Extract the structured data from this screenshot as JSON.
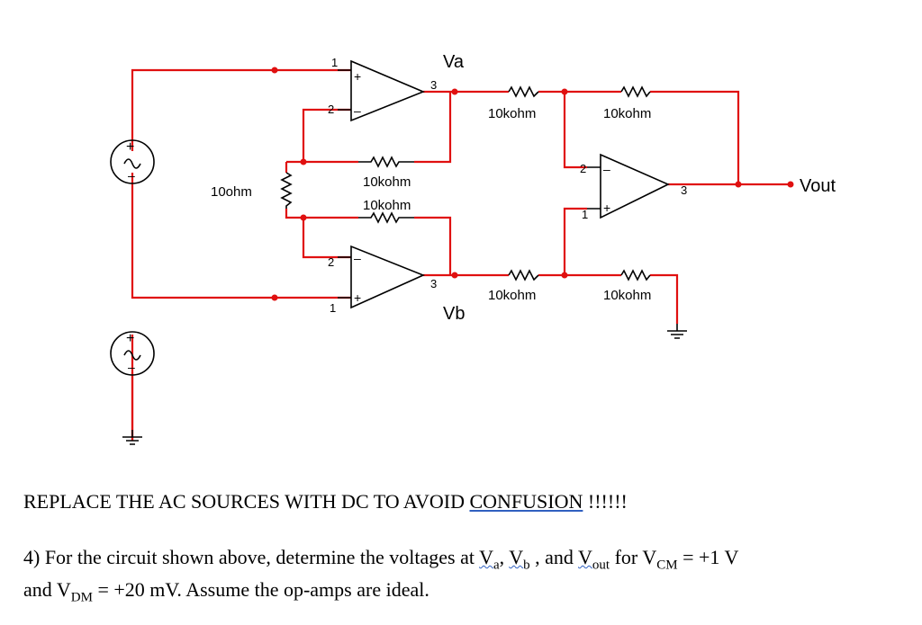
{
  "schematic": {
    "node_va": "Va",
    "node_vb": "Vb",
    "node_vout": "Vout",
    "r_gain": "10ohm",
    "r_fb_top": "10kohm",
    "r_fb_bottom": "10kohm",
    "r_in_top": "10kohm",
    "r_f_top": "10kohm",
    "r_in_bottom": "10kohm",
    "r_ground_leg": "10kohm",
    "pins": {
      "u1_in_plus": "1",
      "u1_in_minus": "2",
      "u1_out": "3",
      "u2_in_plus": "1",
      "u2_in_minus": "2",
      "u2_out": "3",
      "u3_in_minus": "2",
      "u3_in_plus": "1",
      "u3_out": "3"
    },
    "opamp_plus_sign": "+",
    "opamp_minus_sign": "–",
    "source_plus_sign": "+",
    "source_minus_sign": "–",
    "source_wave": "∿"
  },
  "notice": {
    "prefix": "REPLACE THE AC SOURCES WITH DC TO AVOID ",
    "underlined": "CONFUSION",
    "suffix": " !!!!!!"
  },
  "question": {
    "t1": "4)  For the circuit shown above, determine the voltages at ",
    "va_main": "V",
    "va_sub": "a",
    "t2": ", ",
    "vb_main": "V",
    "vb_sub": "b",
    "t3": " , and ",
    "vout_main": "V",
    "vout_sub": "out",
    "t4": " for V",
    "vcm_sub": "CM",
    "t5": " = +1 V",
    "t6": "and V",
    "vdm_sub": "DM",
    "t7": " = +20 mV. Assume the op-amps are ideal."
  }
}
